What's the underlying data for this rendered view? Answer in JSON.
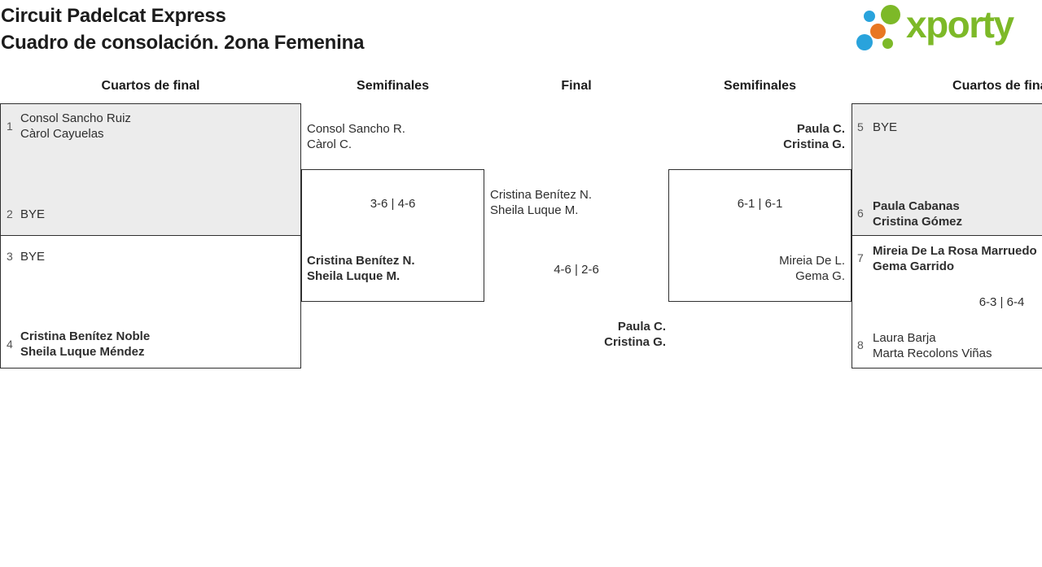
{
  "header": {
    "title_line1": "Circuit Padelcat Express",
    "title_line2": "Cuadro de consolación. 2ona Femenina"
  },
  "logo": {
    "text": "xporty"
  },
  "colors": {
    "logo-green": "#7db928",
    "logo-blue": "#29a3dc",
    "logo-orange": "#e87722",
    "box-shade": "#ececec",
    "border": "#2f2f2f",
    "text": "#2e2e2e"
  },
  "round_headers": {
    "qf_left": "Cuartos de final",
    "sf_left": "Semifinales",
    "final": "Final",
    "sf_right": "Semifinales",
    "qf_right": "Cuartos de final"
  },
  "matches": {
    "qf_left_1": {
      "seed_top": "1",
      "top_line1": "Consol Sancho Ruiz",
      "top_line2": "Càrol Cayuelas",
      "seed_bottom": "2",
      "bottom_line1": "BYE"
    },
    "qf_left_2": {
      "seed_top": "3",
      "top_line1": "BYE",
      "seed_bottom": "4",
      "bottom_line1": "Cristina Benítez Noble",
      "bottom_line2": "Sheila Luque Méndez"
    },
    "sf_left": {
      "top_line1": "Consol Sancho R.",
      "top_line2": "Càrol C.",
      "score": "3-6 | 4-6",
      "bottom_line1": "Cristina Benítez N.",
      "bottom_line2": "Sheila Luque M."
    },
    "final": {
      "top_line1": "Cristina Benítez N.",
      "top_line2": "Sheila Luque M.",
      "score": "4-6 | 2-6",
      "bottom_line1": "Paula C.",
      "bottom_line2": "Cristina G."
    },
    "sf_right": {
      "top_line1": "Paula C.",
      "top_line2": "Cristina G.",
      "score": "6-1 | 6-1",
      "bottom_line1": "Mireia De L.",
      "bottom_line2": "Gema G."
    },
    "qf_right_1": {
      "seed_top": "5",
      "top_line1": "BYE",
      "seed_bottom": "6",
      "bottom_line1": "Paula Cabanas",
      "bottom_line2": "Cristina Gómez"
    },
    "qf_right_2": {
      "seed_top": "7",
      "top_line1": "Mireia De La Rosa Marruedo",
      "top_line2": "Gema Garrido",
      "score": "6-3 | 6-4",
      "seed_bottom": "8",
      "bottom_line1": "Laura Barja",
      "bottom_line2": "Marta Recolons Viñas"
    }
  }
}
